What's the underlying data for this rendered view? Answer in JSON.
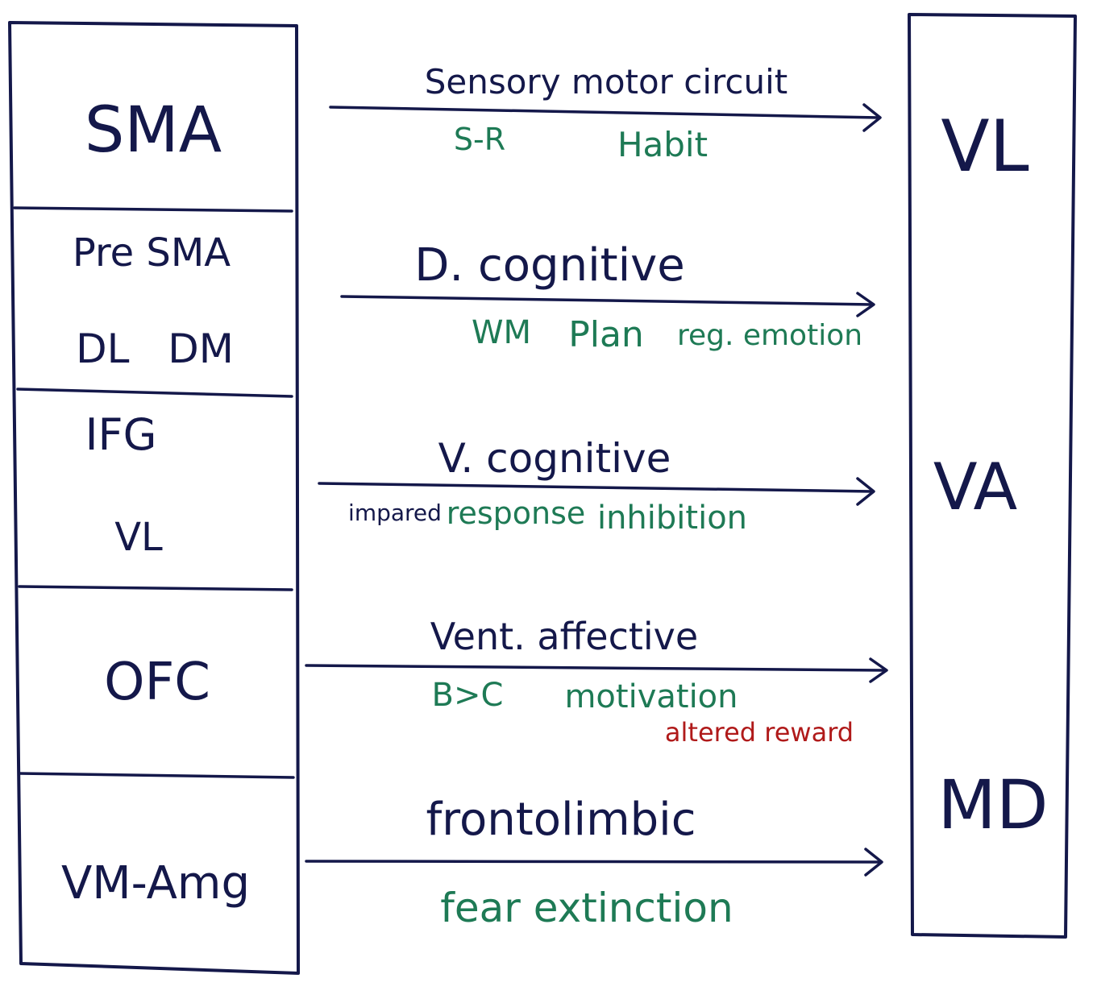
{
  "left_column": {
    "cells": [
      {
        "lines": [
          "SMA"
        ]
      },
      {
        "lines": [
          "Pre SMA",
          "DL   DM"
        ]
      },
      {
        "lines": [
          "IFG",
          "VL"
        ]
      },
      {
        "lines": [
          "OFC"
        ]
      },
      {
        "lines": [
          "VM-Amg"
        ]
      }
    ]
  },
  "right_column": {
    "labels": [
      "VL",
      "VA",
      "MD"
    ]
  },
  "circuits": [
    {
      "name": "Sensory motor circuit",
      "notes": [
        "S-R",
        "Habit"
      ]
    },
    {
      "name": "D. cognitive",
      "notes": [
        "WM",
        "Plan",
        "reg. emotion"
      ]
    },
    {
      "name": "V. cognitive",
      "notes_navy": [
        "impared"
      ],
      "notes": [
        "response",
        "inhibition"
      ]
    },
    {
      "name": "Vent. affective",
      "notes": [
        "B>C",
        "motivation"
      ],
      "notes_red": [
        "altered reward"
      ]
    },
    {
      "name": "frontolimbic",
      "notes": [
        "fear extinction"
      ]
    }
  ],
  "colors": {
    "ink": "#14184a",
    "green": "#1e7a55",
    "red": "#b01a1a"
  }
}
